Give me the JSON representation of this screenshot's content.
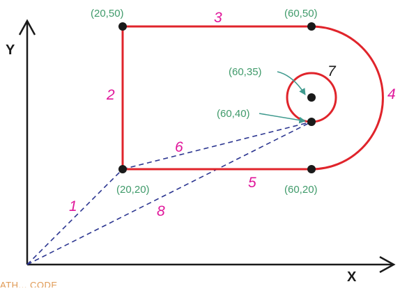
{
  "colors": {
    "axis": "#1a1a1a",
    "path": "#e0242b",
    "rapid": "#2b3590",
    "coord_text": "#3f9a6a",
    "segment_label": "#e0169a",
    "point": "#1a1a1a",
    "arrow": "#3f9a8e",
    "caption": "#e09a55"
  },
  "axes": {
    "x_label": "X",
    "y_label": "Y"
  },
  "points": {
    "p20_50": "(20,50)",
    "p60_50": "(60,50)",
    "p60_35": "(60,35)",
    "p60_40": "(60,40)",
    "p20_20": "(20,20)",
    "p60_20": "(60,20)"
  },
  "segments": {
    "s1": "1",
    "s2": "2",
    "s3": "3",
    "s4": "4",
    "s5": "5",
    "s6": "6",
    "s7": "7",
    "s8": "8"
  },
  "caption": "ATH... CODE"
}
